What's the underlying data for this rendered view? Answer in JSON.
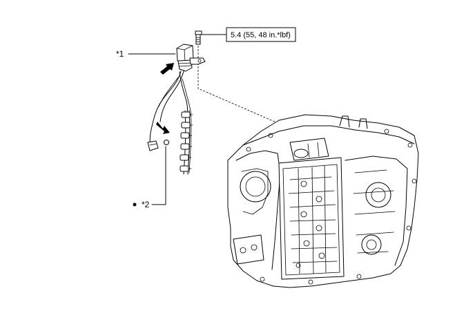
{
  "callouts": {
    "part1_label": "*1",
    "part2_label": "*2",
    "torque_spec": "5.4 (55, 48 in.*lbf)"
  },
  "icons": [
    "arrow-install-icon",
    "arrow-install-icon",
    "o-ring-icon",
    "non-reusable-part-dot-icon",
    "bolt-icon"
  ],
  "colors": {
    "line": "#000000",
    "background": "#ffffff"
  }
}
